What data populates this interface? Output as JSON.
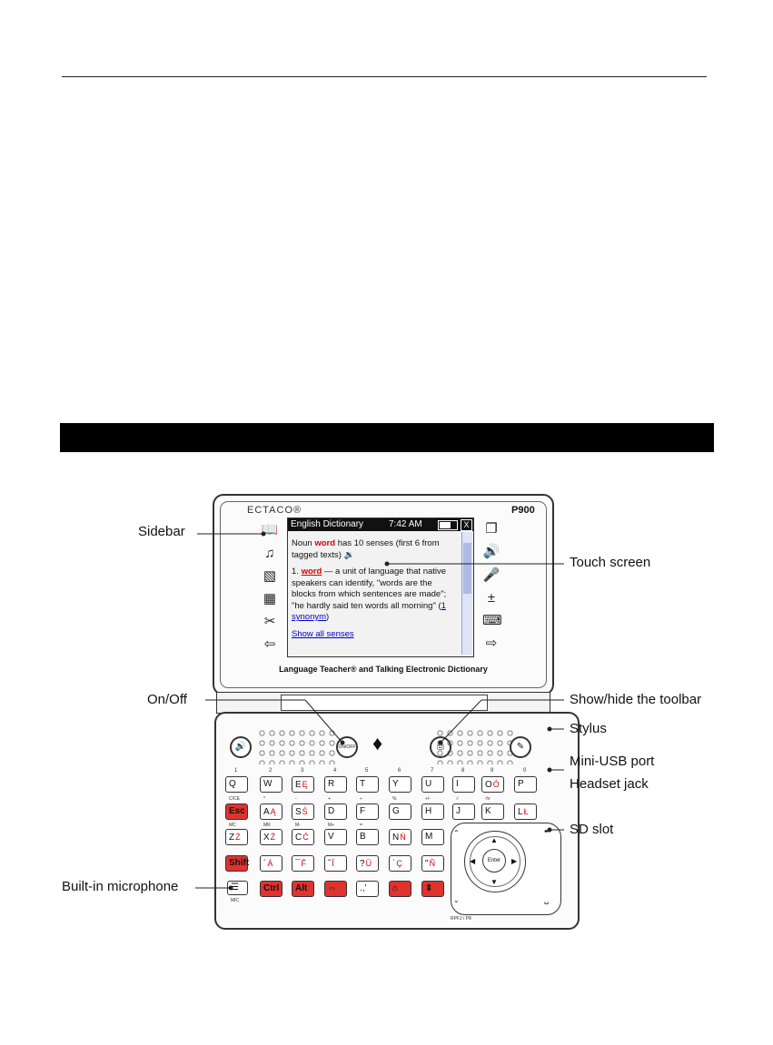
{
  "screen": {
    "title": "English Dictionary",
    "time": "7:42 AM",
    "close_glyph": "X",
    "line1_a": "Noun ",
    "line1_word": "word",
    "line1_b": " has 10 senses (first 6 from tagged texts)",
    "def_num": "1. ",
    "def_word": "word",
    "def_text": " — a unit of language that native speakers can identify, \"words are the blocks from which sentences are made\"; \"he hardly said ten words all morning\" (",
    "def_link": "1 synonym",
    "def_end": ")",
    "show_all": "Show all senses"
  },
  "device": {
    "brand": "ECTACO®",
    "model": "P900",
    "tagline": "Language Teacher® and Talking Electronic Dictionary",
    "on_off_label": "ON/OFF",
    "mic_label": "MIC",
    "enter_label": "Enter",
    "dpad_sub": "RPFJ / P8",
    "icons_left": [
      "abc-book-icon",
      "music-note-icon",
      "picture-book-icon",
      "calculator-icon",
      "tools-icon",
      "back-arrow-icon"
    ],
    "icons_right": [
      "windows-icon",
      "speaker-icon",
      "microphone-icon",
      "volume-icon",
      "keyboard-icon",
      "forward-arrow-icon"
    ]
  },
  "keyboard": {
    "row1_nums": [
      "1",
      "2",
      "3",
      "4",
      "5",
      "6",
      "7",
      "8",
      "9",
      "0"
    ],
    "row1": [
      {
        "k": "Q",
        "s": ""
      },
      {
        "k": "W",
        "s": ""
      },
      {
        "k": "E",
        "s": "Ę"
      },
      {
        "k": "R",
        "s": ""
      },
      {
        "k": "T",
        "s": ""
      },
      {
        "k": "Y",
        "s": ""
      },
      {
        "k": "U",
        "s": ""
      },
      {
        "k": "I",
        "s": ""
      },
      {
        "k": "O",
        "s": "Ó"
      },
      {
        "k": "P",
        "s": ""
      }
    ],
    "row2_sub": [
      "C/CE",
      "*",
      "-",
      "+",
      "÷",
      "%",
      "+/-",
      "√",
      "¹/x"
    ],
    "row2": [
      {
        "k": "Esc",
        "s": "",
        "red": true
      },
      {
        "k": "A",
        "s": "Ą"
      },
      {
        "k": "S",
        "s": "Ś"
      },
      {
        "k": "D",
        "s": ""
      },
      {
        "k": "F",
        "s": ""
      },
      {
        "k": "G",
        "s": ""
      },
      {
        "k": "H",
        "s": ""
      },
      {
        "k": "J",
        "s": ""
      },
      {
        "k": "K",
        "s": ""
      },
      {
        "k": "L",
        "s": "Ł"
      }
    ],
    "row3_sub": [
      "MC",
      "MR",
      "M-",
      "M+",
      "="
    ],
    "row3": [
      {
        "k": "Z",
        "s": "Ż"
      },
      {
        "k": "X",
        "s": "Ź"
      },
      {
        "k": "C",
        "s": "Ć"
      },
      {
        "k": "V",
        "s": ""
      },
      {
        "k": "B",
        "s": ""
      },
      {
        "k": "N",
        "s": "Ń"
      },
      {
        "k": "M",
        "s": ""
      }
    ],
    "row4": [
      {
        "k": "Shift",
        "s": "",
        "red": true
      },
      {
        "k": "´",
        "s": "Á"
      },
      {
        "k": "¯",
        "s": "F̄"
      },
      {
        "k": "ˆ",
        "s": "Î"
      },
      {
        "k": "?",
        "s": "Ü"
      },
      {
        "k": "ˈ",
        "s": "Ç"
      },
      {
        "k": "\"",
        "s": "Ñ"
      }
    ],
    "row5": [
      {
        "k": "Ctrl",
        "s": "",
        "red": true
      },
      {
        "k": "Alt",
        "s": "",
        "red": true
      },
      {
        "k": "⇔",
        "s": "",
        "red": true
      },
      {
        "k": ".,'",
        "s": ""
      },
      {
        "k": "⌂",
        "s": "",
        "red": true
      },
      {
        "k": "⇕",
        "s": "",
        "red": true
      }
    ]
  },
  "callouts": {
    "sidebar": "Sidebar",
    "touch_screen": "Touch screen",
    "on_off": "On/Off",
    "show_hide": "Show/hide the toolbar",
    "stylus": "Stylus",
    "mini_usb": "Mini-USB port",
    "headset": "Headset jack",
    "sd_slot": "SD slot",
    "microphone": "Built-in microphone"
  }
}
